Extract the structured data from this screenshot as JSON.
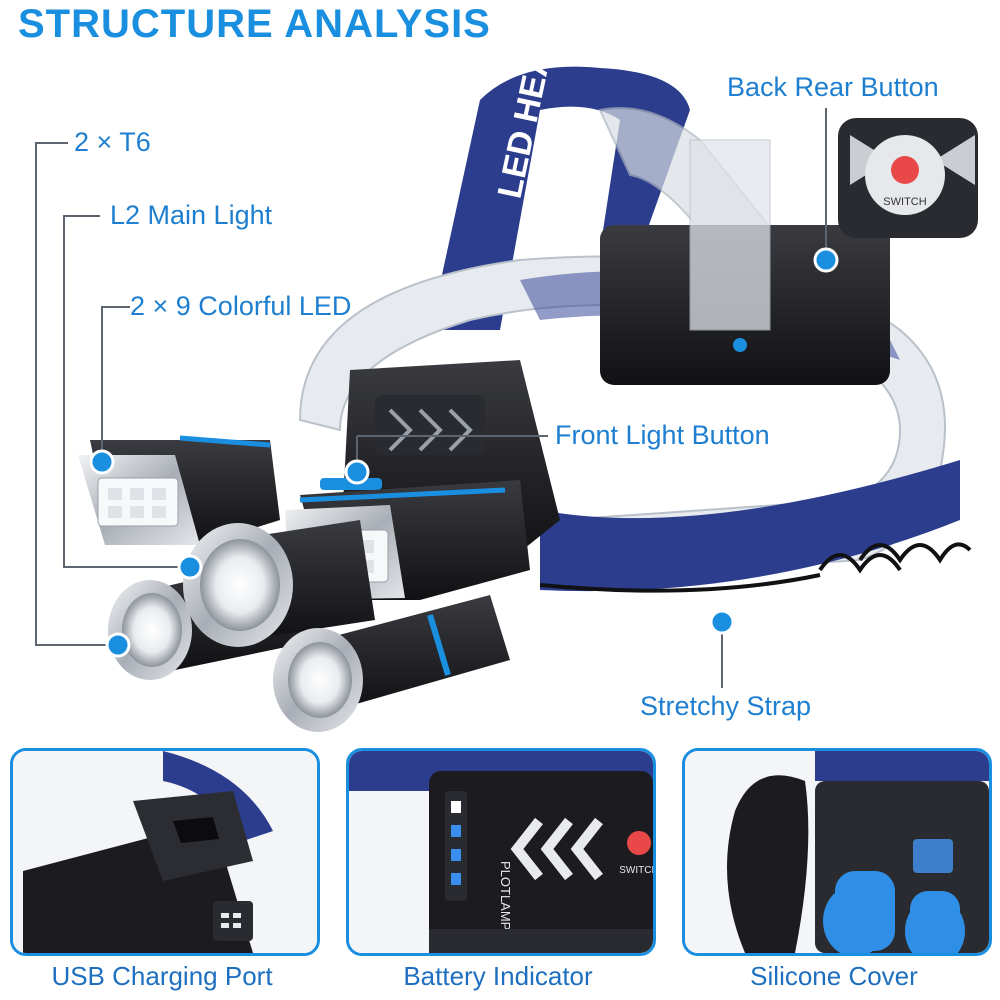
{
  "title": "STRUCTURE ANALYSIS",
  "headband_print": "LED HEADLAMP",
  "callouts": {
    "t6": "2 × T6",
    "main_light": "L2 Main Light",
    "colorful_led": "2 × 9 Colorful LED",
    "front_button": "Front Light Button",
    "back_button": "Back Rear Button",
    "strap": "Stretchy Strap"
  },
  "switch_label": "SWITCH",
  "panels": [
    {
      "caption": "USB Charging Port"
    },
    {
      "caption": "Battery Indicator",
      "brand": "PLOTLAMP",
      "switch_label": "SWITCH"
    },
    {
      "caption": "Silicone Cover"
    }
  ],
  "colors": {
    "accent": "#1a8fe0",
    "strap": "#2b3d8c",
    "body": "#1f1f24",
    "metal": "#c8ccd2"
  }
}
